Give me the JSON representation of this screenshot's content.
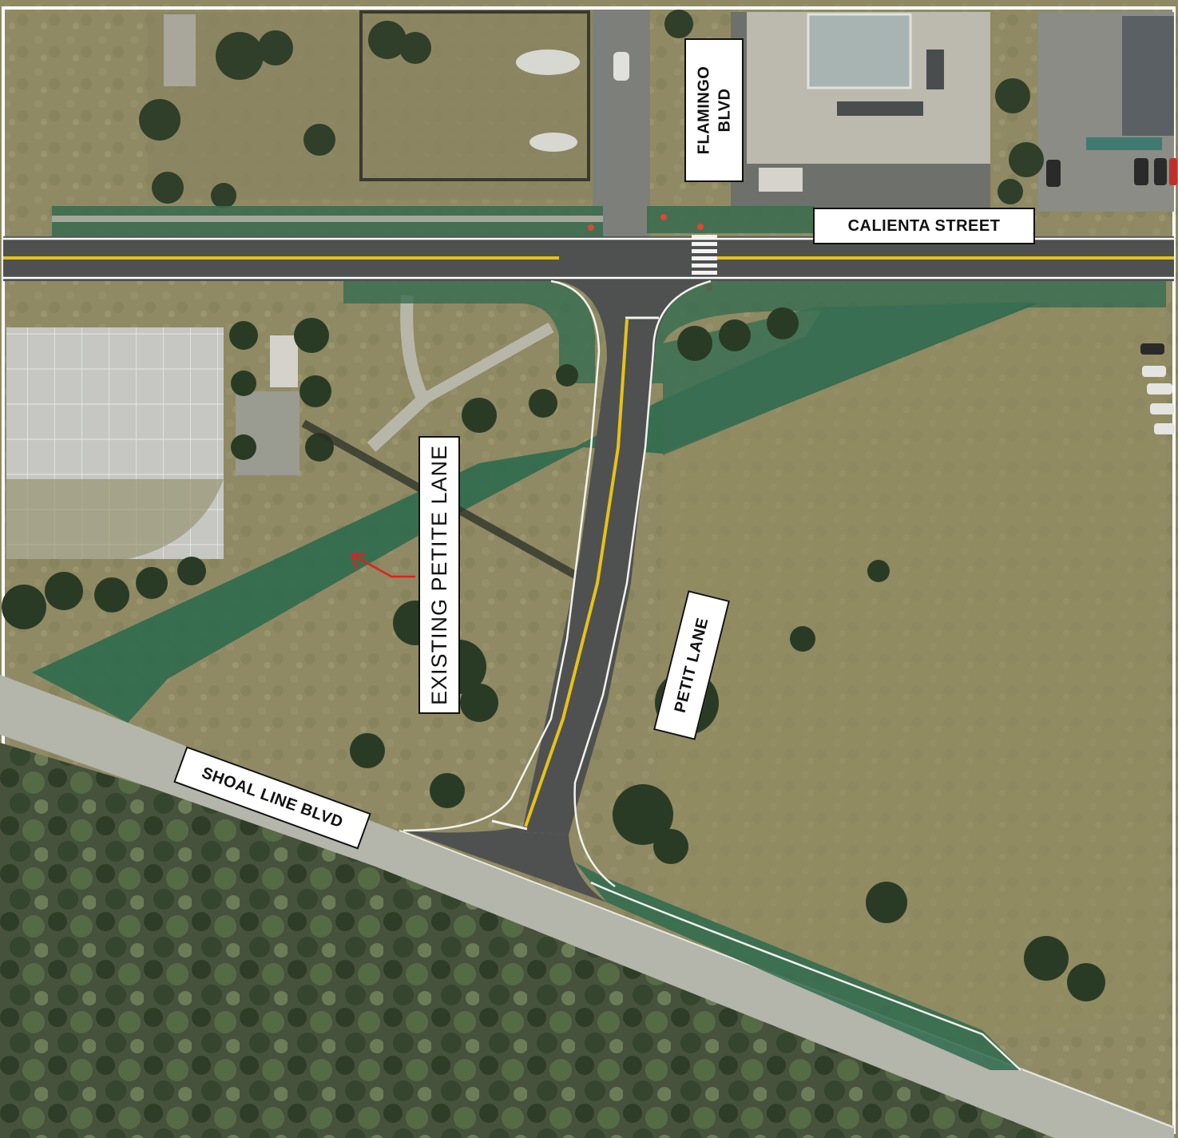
{
  "labels": {
    "calienta_street": "CALIENTA STREET",
    "flamingo_blvd": "FLAMINGO\nBLVD",
    "petit_lane": "PETIT LANE",
    "shoal_line_blvd": "SHOAL LINE BLVD",
    "existing_petite_lane": "EXISTING PETITE LANE"
  },
  "colors": {
    "ground": "#8f8a63",
    "asphalt": "#4f5150",
    "grass_path": "#2f6a4e",
    "center_line": "#e6c21a",
    "edge_line": "#ffffff",
    "arrow": "#e02020",
    "tree": "#2a3b25",
    "concrete": "#c2c4c1",
    "roof": "#b9b7ad",
    "light_road": "#b4b5ab"
  },
  "icons": [
    "red-arrow-icon"
  ]
}
